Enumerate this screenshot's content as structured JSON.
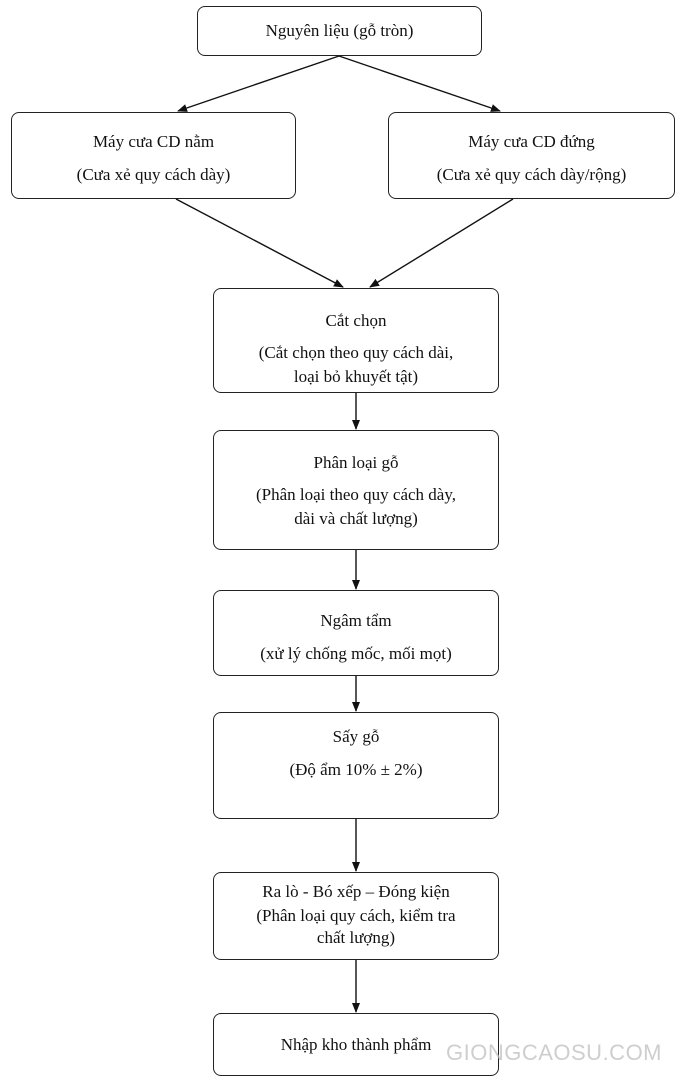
{
  "diagram": {
    "nodes": {
      "raw_material": {
        "title": "Nguyên liệu (gỗ tròn)"
      },
      "horizontal_saw": {
        "title": "Máy cưa CD nằm",
        "detail": "(Cưa xẻ quy cách dày)"
      },
      "vertical_saw": {
        "title": "Máy cưa CD đứng",
        "detail": "(Cưa xẻ quy cách dày/rộng)"
      },
      "cross_cut": {
        "title": "Cắt chọn",
        "detail_lines": [
          "(Cắt chọn theo quy cách dài,",
          "loại bỏ khuyết tật)"
        ]
      },
      "sorting": {
        "title": "Phân loại gỗ",
        "detail_lines": [
          "(Phân loại theo quy cách dày,",
          "dài và chất lượng)"
        ]
      },
      "soaking": {
        "title": "Ngâm tẩm",
        "detail": "(xử lý chống mốc, mối mọt)"
      },
      "drying": {
        "title": "Sấy gỗ",
        "detail": "(Độ ẩm 10% ± 2%)"
      },
      "packing": {
        "title": "Ra lò - Bó xếp – Đóng kiện",
        "detail_lines": [
          "(Phân loại quy cách, kiểm tra",
          "chất lượng)"
        ]
      },
      "warehouse": {
        "title": "Nhập kho thành phẩm"
      }
    }
  },
  "watermark": "GIONGCAOSU.COM",
  "colors": {
    "line": "#111111",
    "box_border": "#222222",
    "background": "#ffffff",
    "watermark": "#bebebe"
  }
}
